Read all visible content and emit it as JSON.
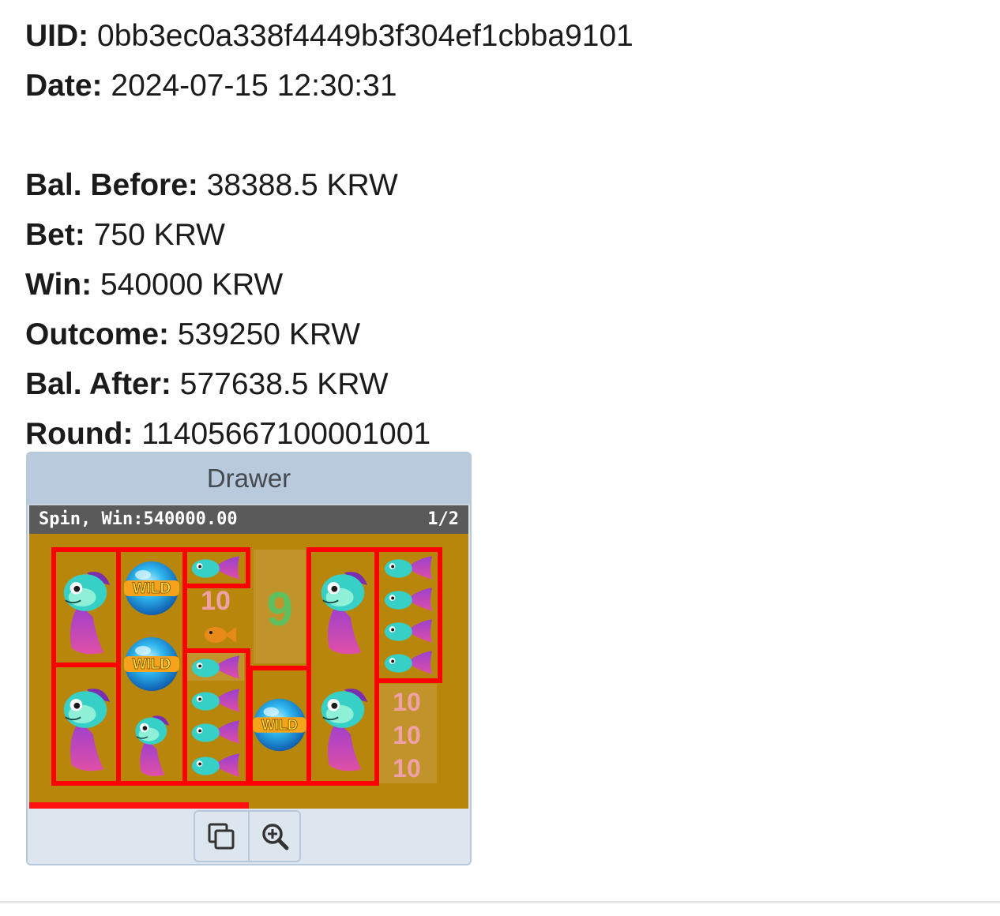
{
  "record": {
    "uid_label": "UID:",
    "uid_value": "0bb3ec0a338f4449b3f304ef1cbba9101",
    "date_label": "Date:",
    "date_value": "2024-07-15 12:30:31",
    "bal_before_label": "Bal. Before:",
    "bal_before_value": "38388.5 KRW",
    "bet_label": "Bet:",
    "bet_value": "750 KRW",
    "win_label": "Win:",
    "win_value": "540000 KRW",
    "outcome_label": "Outcome:",
    "outcome_value": "539250 KRW",
    "bal_after_label": "Bal. After:",
    "bal_after_value": "577638.5 KRW",
    "round_label": "Round:",
    "round_value": "11405667100001001"
  },
  "drawer": {
    "title": "Drawer",
    "spin_text": "Spin, Win:540000.00",
    "page_indicator": "1/2",
    "wild_text": "WILD",
    "nine_text": "9",
    "ten_text": "10",
    "progress_fraction": 0.5,
    "tools": [
      {
        "icon": "copy-icon"
      },
      {
        "icon": "zoom-in-icon"
      }
    ]
  },
  "colors": {
    "board_bg": "#b8860b",
    "win_outline": "#ff0000",
    "spin_bar": "#5a5a5a",
    "drawer_header": "#b9cadc"
  }
}
